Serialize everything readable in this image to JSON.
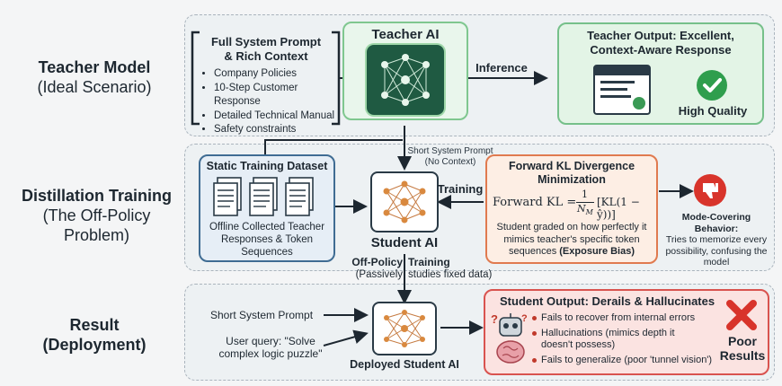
{
  "rows": {
    "teacher": {
      "title": "Teacher Model",
      "subtitle": "(Ideal Scenario)"
    },
    "distill": {
      "title": "Distillation Training",
      "subtitle_line1": "(The Off-Policy",
      "subtitle_line2": "Problem)"
    },
    "result": {
      "title_line1": "Result",
      "title_line2": "(Deployment)"
    }
  },
  "system_prompt": {
    "title_line1": "Full System Prompt",
    "title_line2": "& Rich Context",
    "items": [
      "Company Policies",
      "10-Step Customer Response",
      "Detailed Technical Manual",
      "Safety constraints"
    ]
  },
  "teacher_ai": {
    "label": "Teacher AI"
  },
  "inference_label": "Inference",
  "teacher_output": {
    "title_line1": "Teacher Output: Excellent,",
    "title_line2": "Context-Aware Response",
    "quality": "High Quality"
  },
  "short_prompt_note": {
    "line1": "Short System Prompt",
    "line2": "(No Context)"
  },
  "dataset": {
    "title": "Static Training Dataset",
    "desc_line1": "Offline Collected Teacher",
    "desc_line2": "Responses & Token",
    "desc_line3": "Sequences"
  },
  "student_ai": {
    "label": "Student AI"
  },
  "training_label": "Training",
  "kl_box": {
    "title_line1": "Forward KL Divergence",
    "title_line2": "Minimization",
    "formula_lhs": "Forward KL =",
    "formula_num": "1",
    "formula_den": "N",
    "formula_den_sub": "M",
    "formula_body": "[KL(1 − ŷ))]",
    "desc_line1": "Student graded on how perfectly it",
    "desc_line2": "mimics teacher's specific token",
    "desc_line3": "sequences",
    "desc_bold": "(Exposure Bias)"
  },
  "mode_covering": {
    "title": "Mode-Covering Behavior:",
    "line1": "Tries to memorize every",
    "line2": "possibility, confusing the",
    "line3": "model"
  },
  "off_policy": {
    "left_line1": "Off-Policy",
    "left_line2": "(Passively",
    "right_line1": "Training",
    "right_line2": "studies fixed data)"
  },
  "deploy_inputs": {
    "short_prompt": "Short System Prompt",
    "query_line1": "User query: \"Solve",
    "query_line2": "complex logic puzzle\""
  },
  "deployed_student": {
    "label": "Deployed Student AI"
  },
  "student_output": {
    "title": "Student Output: Derails & Hallucinates",
    "bullets": [
      {
        "line1": "Fails to recover from internal errors",
        "line2": ""
      },
      {
        "line1": "Hallucinations (mimics depth it",
        "line2": "doesn't possess)"
      },
      {
        "line1": "Fails to generalize (poor 'tunnel vision')",
        "line2": ""
      }
    ],
    "verdict_line1": "Poor",
    "verdict_line2": "Results"
  },
  "colors": {
    "teacher_green": "#2c6b4a",
    "output_green": "#e3f4e6",
    "red_border": "#d9534f",
    "dataset_blue": "#3f6c93",
    "orange_border": "#e07a4f"
  }
}
